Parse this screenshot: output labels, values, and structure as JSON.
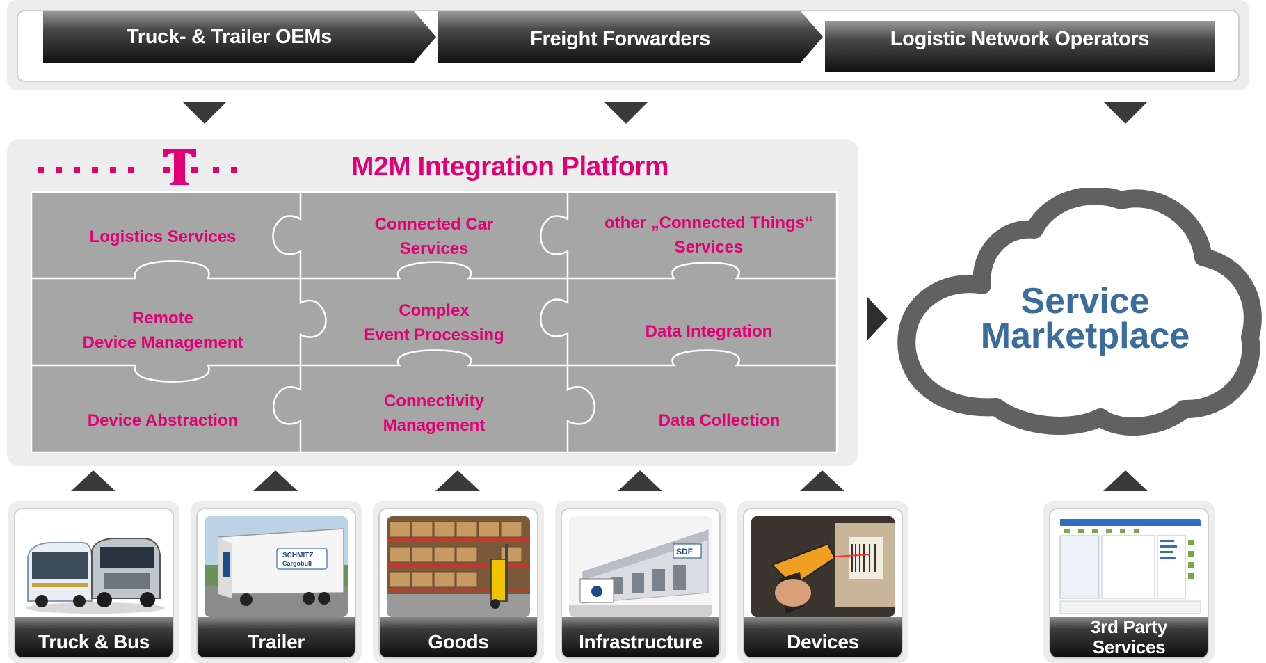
{
  "stakeholders": [
    {
      "label": "Truck- & Trailer OEMs"
    },
    {
      "label": "Freight Forwarders"
    },
    {
      "label": "Logistic Network Operators"
    }
  ],
  "platform": {
    "title": "M2M Integration Platform",
    "pieces": [
      {
        "line1": "Logistics Services",
        "line2": ""
      },
      {
        "line1": "Connected Car",
        "line2": "Services"
      },
      {
        "line1": "other „Connected Things“",
        "line2": "Services"
      },
      {
        "line1": "Remote",
        "line2": "Device Management"
      },
      {
        "line1": "Complex",
        "line2": "Event Processing"
      },
      {
        "line1": "Data Integration",
        "line2": ""
      },
      {
        "line1": "Device Abstraction",
        "line2": ""
      },
      {
        "line1": "Connectivity",
        "line2": "Management"
      },
      {
        "line1": "Data Collection",
        "line2": ""
      }
    ]
  },
  "marketplace": {
    "line1": "Service",
    "line2": "Marketplace"
  },
  "sources": [
    {
      "label": "Truck & Bus",
      "icon": "truck-bus-photo"
    },
    {
      "label": "Trailer",
      "icon": "trailer-photo",
      "trailer_brand": "SCHMITZ",
      "trailer_model": "Cargobull"
    },
    {
      "label": "Goods",
      "icon": "warehouse-photo"
    },
    {
      "label": "Infrastructure",
      "icon": "logistics-center-photo",
      "building_sign": "SDF"
    },
    {
      "label": "Devices",
      "icon": "barcode-scanner-photo"
    }
  ],
  "third_party": {
    "line1": "3rd Party",
    "line2": "Services",
    "icon": "software-screenshot"
  },
  "colors": {
    "magenta": "#e20074",
    "cloud_text": "#3a6d9e",
    "puzzle_grey": "#a6a6a6",
    "panel_grey": "#ededed",
    "dark_bar": "#111111"
  }
}
